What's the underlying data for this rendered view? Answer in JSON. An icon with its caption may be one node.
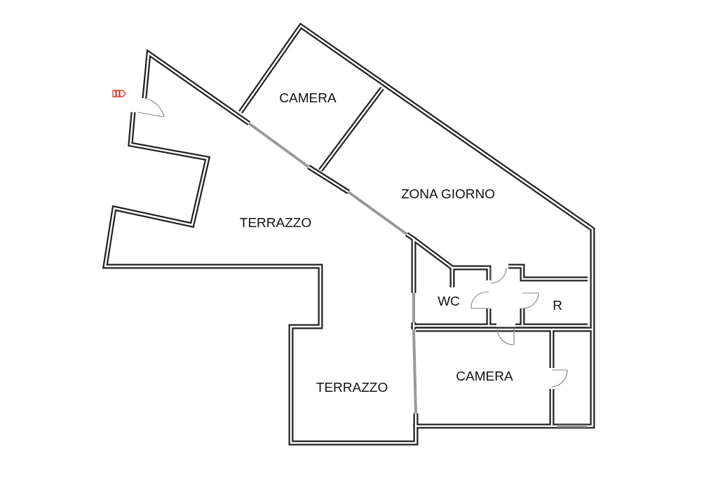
{
  "diagram": {
    "labels": [
      "CAMERA",
      "ZONA GIORNO",
      "TERRAZZO",
      "WC",
      "R",
      "CAMERA",
      "TERRAZZO"
    ]
  }
}
